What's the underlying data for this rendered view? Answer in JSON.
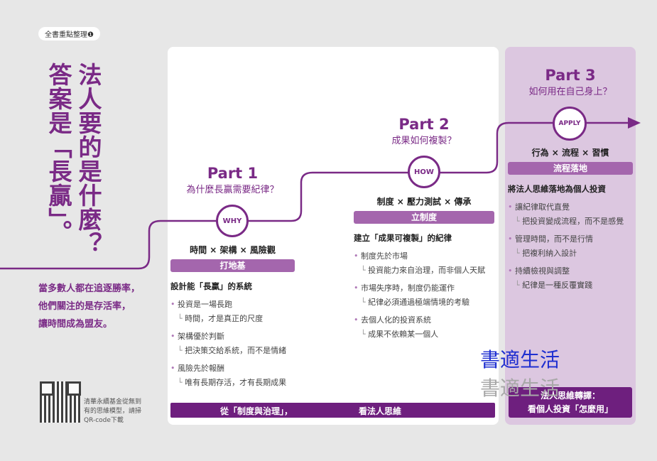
{
  "badge": "全書重點整理❶",
  "title": {
    "line1": "法人要的是什麼？",
    "line2": "答案是「長贏」。"
  },
  "intro": [
    "當多數人都在追逐勝率，",
    "他們關注的是存活率，",
    "讓時間成為盟友。"
  ],
  "qr": {
    "text": [
      "清華永續基金從無到",
      "有的思維模型，請掃",
      "QR-code下載"
    ]
  },
  "parts": [
    {
      "part": "Part 1",
      "question": "為什麼長贏需要紀律？",
      "tag": "WHY",
      "formula": "時間 × 架構 × 風險觀",
      "bar": "打地基",
      "head": "設計能「長贏」的系統",
      "items": [
        {
          "b": "投資是一場長跑",
          "s": "時間，才是真正的尺度"
        },
        {
          "b": "架構優於判斷",
          "s": "把決策交給系統，而不是情緒"
        },
        {
          "b": "風險先於報酬",
          "s": "唯有長期存活，才有長期成果"
        }
      ]
    },
    {
      "part": "Part 2",
      "question": "成果如何複製？",
      "tag": "HOW",
      "formula": "制度 × 壓力測試 × 傳承",
      "bar": "立制度",
      "head": "建立「成果可複製」的紀律",
      "items": [
        {
          "b": "制度先於市場",
          "s": "投資能力來自治理，而非個人天賦"
        },
        {
          "b": "市場失序時，制度仍能運作",
          "s": "紀律必須通過極端情境的考驗"
        },
        {
          "b": "去個人化的投資系統",
          "s": "成果不依賴某一個人"
        }
      ]
    },
    {
      "part": "Part 3",
      "question": "如何用在自己身上？",
      "tag": "APPLY",
      "formula": "行為 × 流程 × 習慣",
      "bar": "流程落地",
      "head": "將法人思維落地為個人投資",
      "items": [
        {
          "b": "讓紀律取代直覺",
          "s": "把投資變成流程，而不是感覺"
        },
        {
          "b": "管理時間，而不是行情",
          "s": "把複利納入設計"
        },
        {
          "b": "持續檢視與調整",
          "s": "紀律是一種反覆實踐"
        }
      ]
    }
  ],
  "bottom": {
    "left": "從「制度與治理」，",
    "right": "看法人思維"
  },
  "bottom3": {
    "line1": "法人思維轉譯：",
    "line2": "看個人投資「怎麼用」"
  },
  "watermark": {
    "text1": "書適生活",
    "text2": "書適生活"
  },
  "colors": {
    "accent": "#7a2a86",
    "bar": "#a466ad",
    "dark": "#6e1f7e",
    "panel3": "#dcc7e0"
  }
}
